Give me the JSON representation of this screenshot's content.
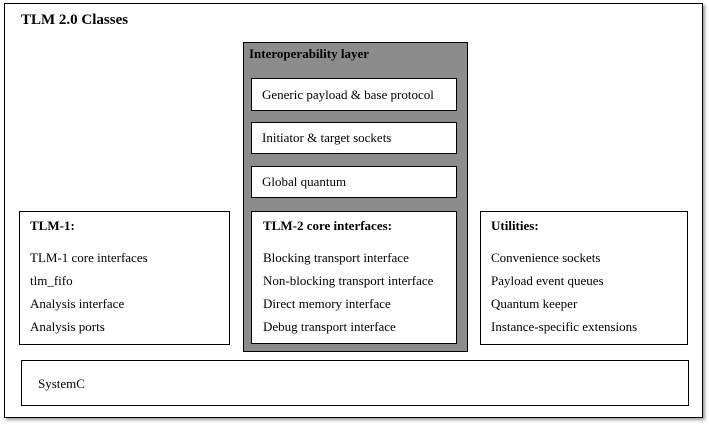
{
  "title": "TLM 2.0 Classes",
  "interoperability": {
    "title": "Interoperability layer",
    "boxes": [
      "Generic payload & base protocol",
      "Initiator & target sockets",
      "Global quantum"
    ],
    "core": {
      "heading": "TLM-2 core interfaces:",
      "items": [
        "Blocking transport interface",
        "Non-blocking transport interface",
        "Direct memory interface",
        "Debug transport interface"
      ]
    }
  },
  "tlm1": {
    "heading": "TLM-1:",
    "items": [
      "TLM-1 core interfaces",
      "tlm_fifo",
      "Analysis interface",
      "Analysis ports"
    ]
  },
  "utilities": {
    "heading": "Utilities:",
    "items": [
      "Convenience sockets",
      "Payload event queues",
      "Quantum keeper",
      "Instance-specific extensions"
    ]
  },
  "systemc": "SystemC"
}
